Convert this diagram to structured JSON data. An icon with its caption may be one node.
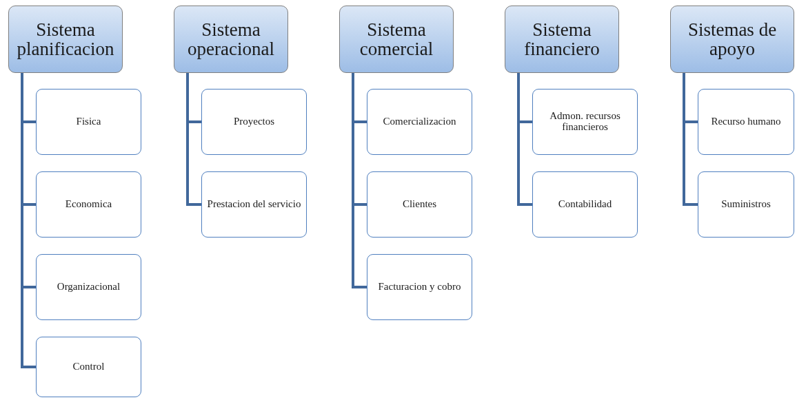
{
  "diagram": {
    "nodes": [
      {
        "text": [
          "Sistema planificacion"
        ]
      },
      {
        "text": [
          "Fisica"
        ]
      },
      {
        "text": [
          "Economica"
        ]
      },
      {
        "text": [
          "Organizacional"
        ]
      },
      {
        "text": [
          "Control"
        ]
      },
      {
        "text": [
          "Sistema operacional"
        ]
      },
      {
        "text": [
          "Proyectos"
        ]
      },
      {
        "text": [
          "Prestacion del servicio"
        ]
      },
      {
        "text": [
          "Sistema comercial"
        ]
      },
      {
        "text": [
          "Comercializacion"
        ]
      },
      {
        "text": [
          "Clientes"
        ]
      },
      {
        "text": [
          "Facturacion y cobro"
        ]
      },
      {
        "text": [
          "Sistema financiero"
        ]
      },
      {
        "text": [
          "Admon. recursos financieros"
        ]
      },
      {
        "text": [
          "Contabilidad"
        ]
      },
      {
        "text": [
          "Sistemas de apoyo"
        ]
      },
      {
        "text": [
          "Recurso humano"
        ]
      },
      {
        "text": [
          "Suministros"
        ]
      }
    ],
    "edges": [
      {
        "from": 0,
        "to": 1,
        "arrow": "none"
      },
      {
        "from": 0,
        "to": 2,
        "arrow": "none"
      },
      {
        "from": 0,
        "to": 3,
        "arrow": "none"
      },
      {
        "from": 0,
        "to": 4,
        "arrow": "none"
      },
      {
        "from": 5,
        "to": 6,
        "arrow": "none"
      },
      {
        "from": 5,
        "to": 7,
        "arrow": "none"
      },
      {
        "from": 8,
        "to": 9,
        "arrow": "none"
      },
      {
        "from": 8,
        "to": 10,
        "arrow": "none"
      },
      {
        "from": 8,
        "to": 11,
        "arrow": "none"
      },
      {
        "from": 12,
        "to": 13,
        "arrow": "none"
      },
      {
        "from": 12,
        "to": 14,
        "arrow": "none"
      },
      {
        "from": 15,
        "to": 16,
        "arrow": "none"
      },
      {
        "from": 15,
        "to": 17,
        "arrow": "none"
      }
    ]
  }
}
